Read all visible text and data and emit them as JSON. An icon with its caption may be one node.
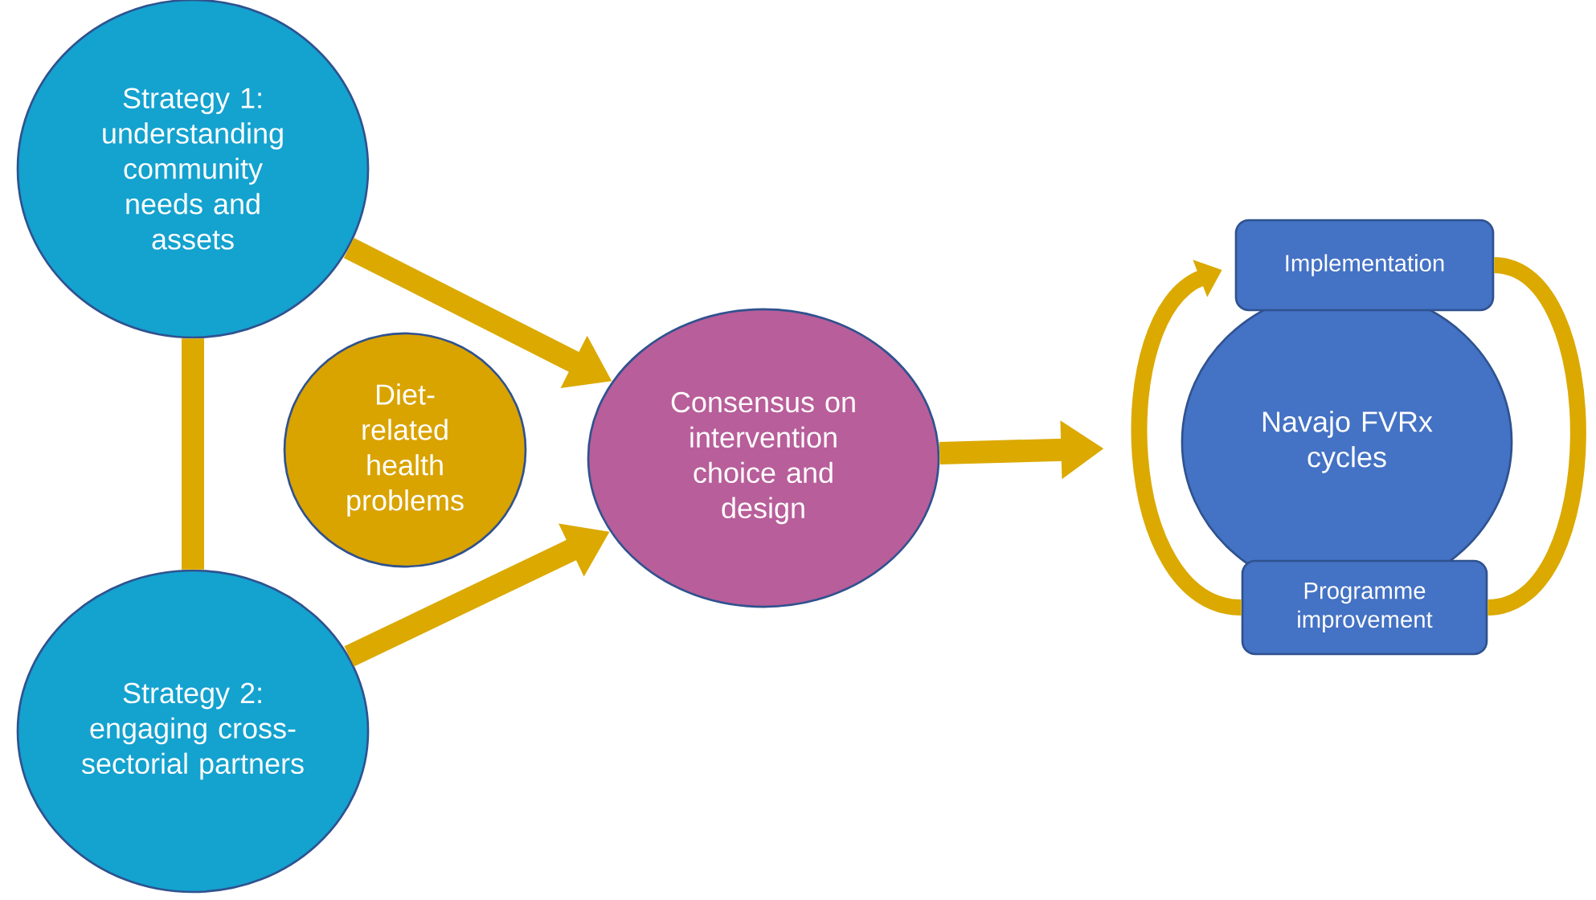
{
  "diagram": {
    "nodes": [
      {
        "text": [
          "Strategy 1: understanding community needs and assets"
        ]
      },
      {
        "text": [
          "Diet-related health problems"
        ]
      },
      {
        "text": [
          "Consensus on intervention choice and design"
        ]
      },
      {
        "text": [
          "Strategy 2: engaging cross-sectorial partners"
        ]
      },
      {
        "text": [
          "Navajo FVRx cycles"
        ]
      },
      {
        "text": [
          "Implementation"
        ]
      },
      {
        "text": [
          "Programme improvement"
        ]
      }
    ],
    "edges": [
      {
        "from": 0,
        "to": 2,
        "arrow": "to"
      },
      {
        "from": 3,
        "to": 2,
        "arrow": "to"
      },
      {
        "from": 0,
        "to": 3,
        "arrow": "none"
      },
      {
        "from": 2,
        "to": 4,
        "arrow": "to"
      },
      {
        "from": 6,
        "to": 5,
        "arrow": "to"
      },
      {
        "from": 5,
        "to": 6,
        "arrow": "none"
      }
    ]
  }
}
